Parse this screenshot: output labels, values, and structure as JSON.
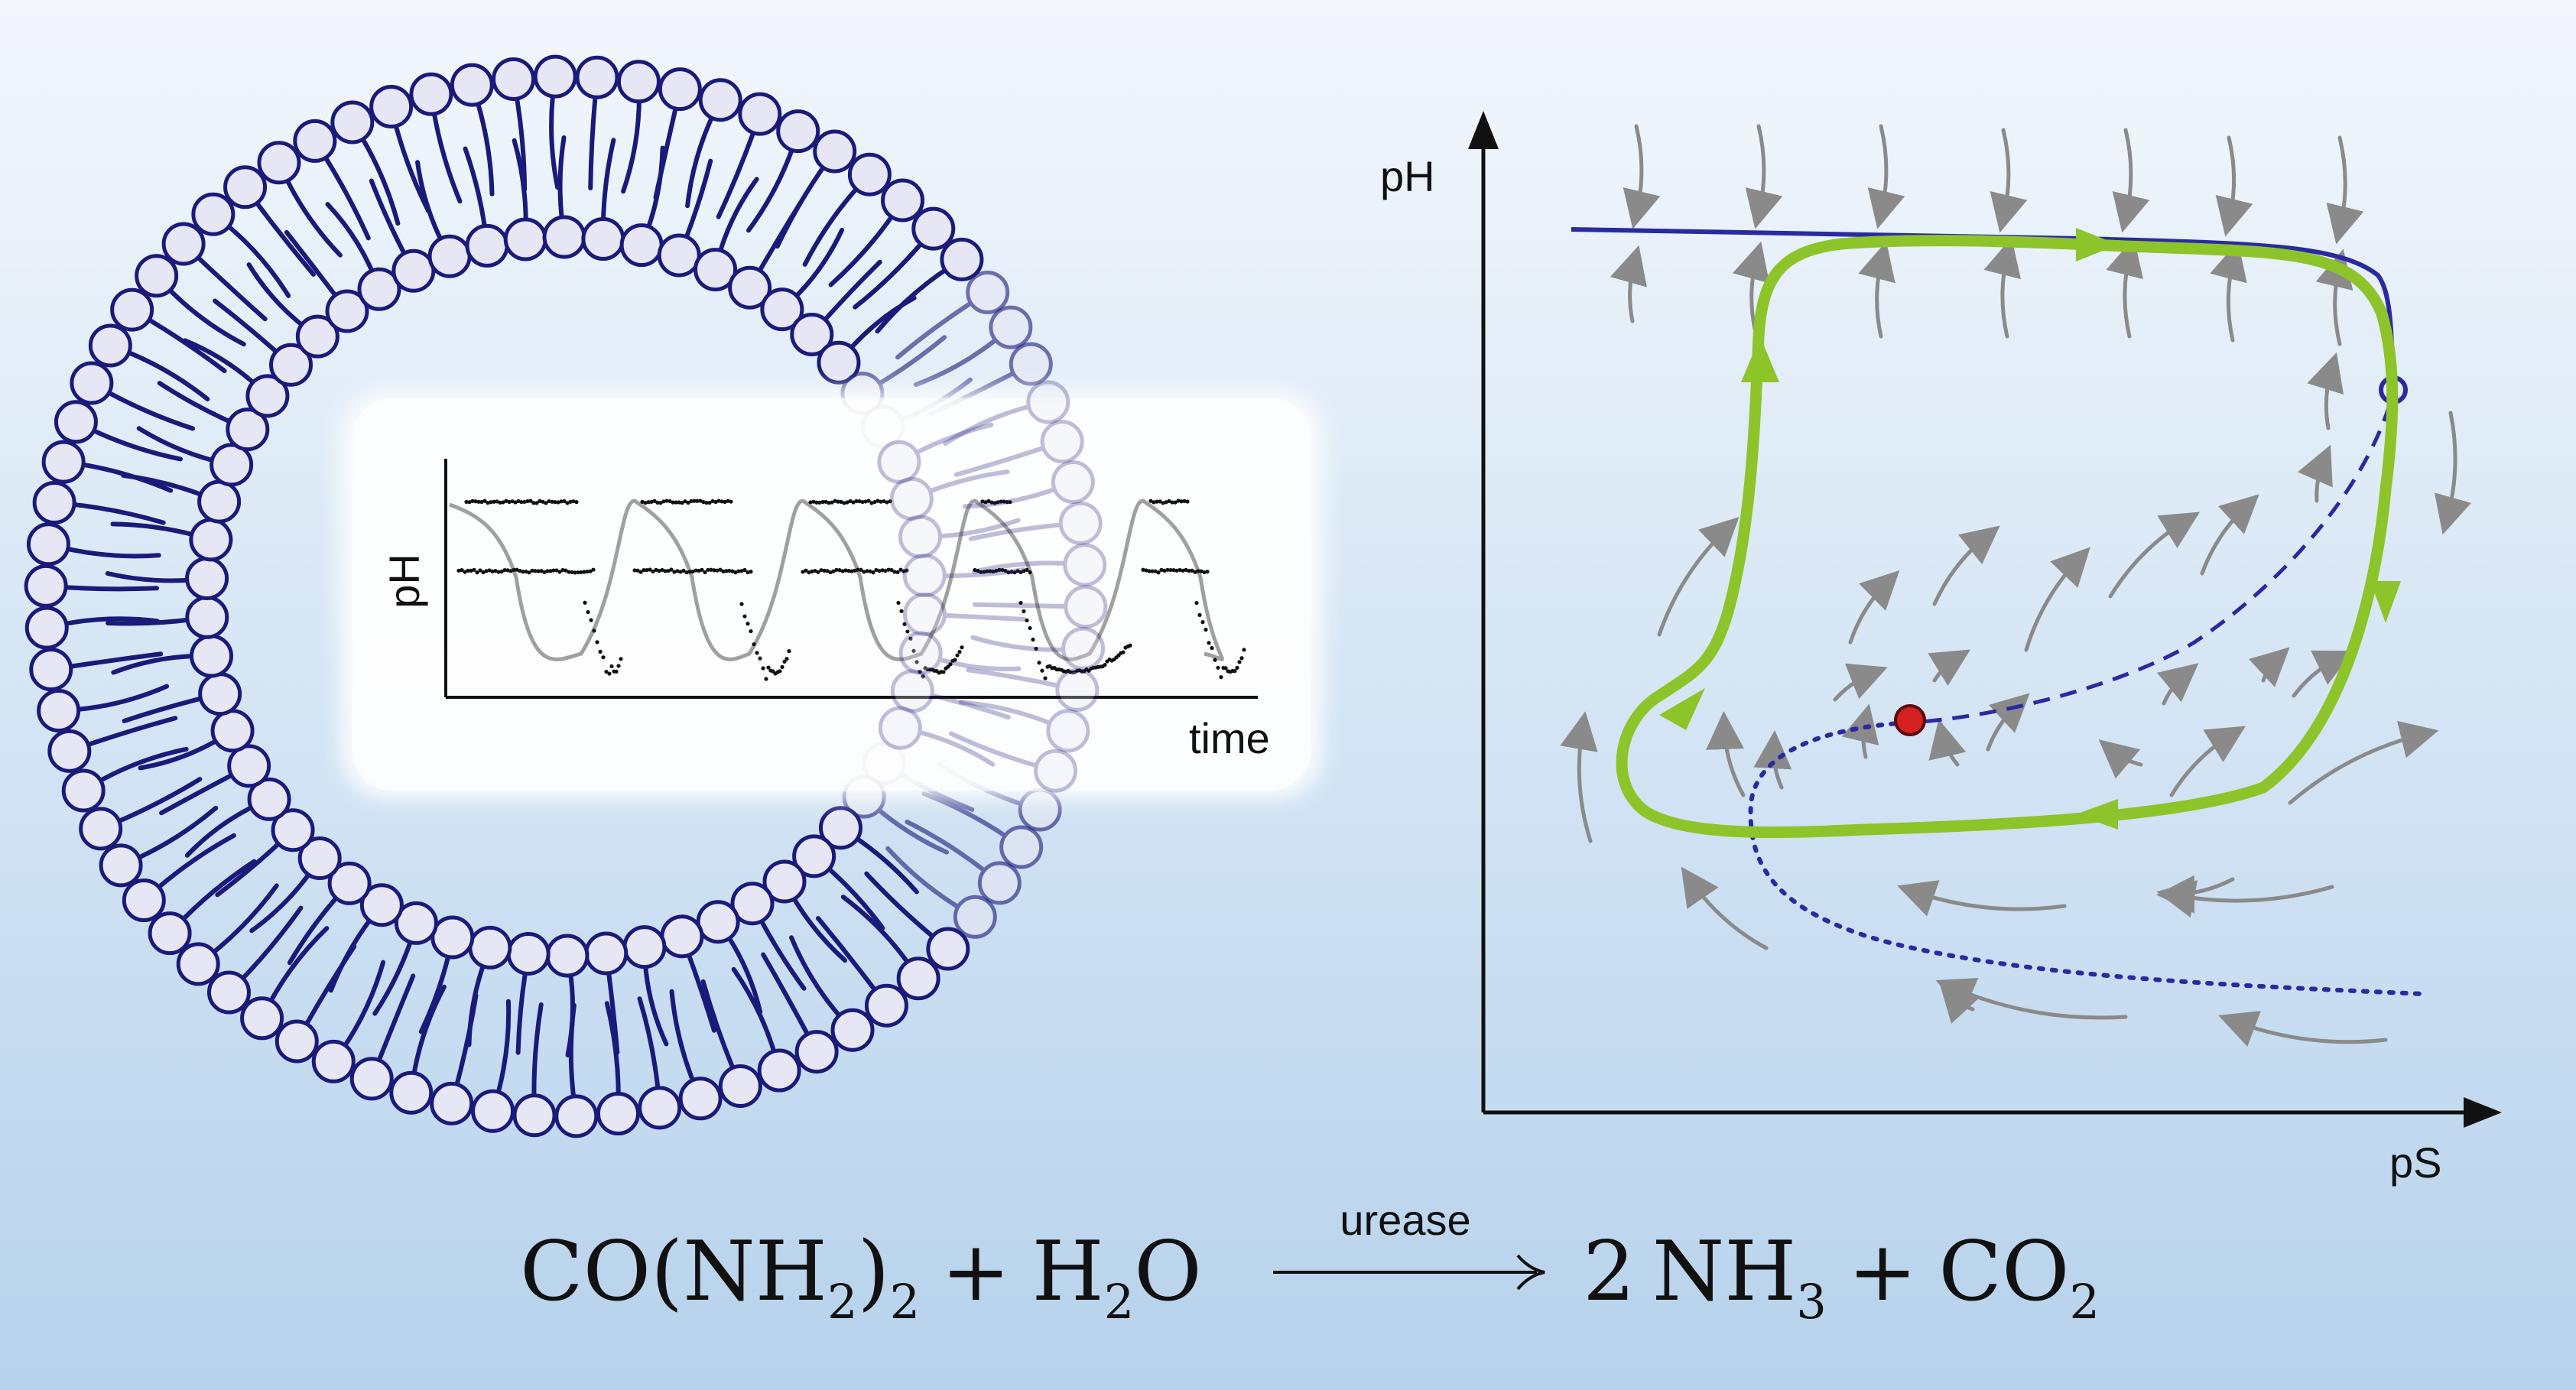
{
  "inset": {
    "ylabel": "pH",
    "xlabel": "time"
  },
  "phase_plane": {
    "ylabel": "pH",
    "xlabel": "pS"
  },
  "equation": {
    "reactant1": "CO(NH",
    "reactant1_sub": "2",
    "reactant1_close": ")",
    "reactant1_sub2": "2",
    "plus1": "+",
    "reactant2": "H",
    "reactant2_sub": "2",
    "reactant2_tail": "O",
    "catalyst": "urease",
    "coef": "2",
    "product1": "NH",
    "product1_sub": "3",
    "plus2": "+",
    "product2": "CO",
    "product2_sub": "2"
  },
  "colors": {
    "membrane": "#1a1a7a",
    "head_fill": "#e6e6f4",
    "trajectory": "#8cc42a",
    "manifold": "#2a2aa0",
    "fixed_point": "#d42020",
    "flow_arrow": "#8a8a8a"
  }
}
